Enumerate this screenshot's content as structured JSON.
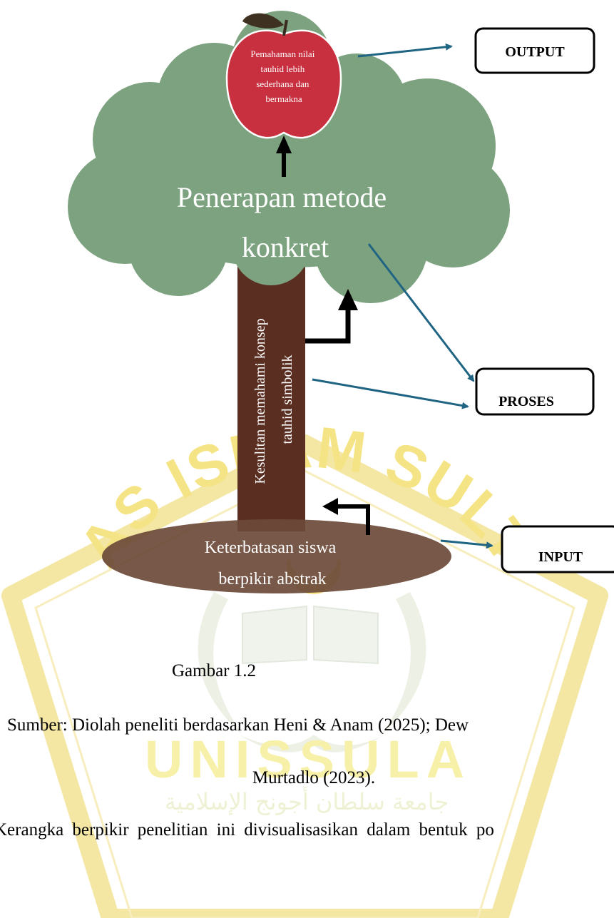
{
  "watermark": {
    "arc_text": "UNIVERSITAS ISLAM SULTAN AGUNG",
    "name": "UNISSULA",
    "arabic": "جامعة سلطان أجونج الإسلامية",
    "colors": {
      "yellow": "#f5e27a",
      "green": "#e9f0d8"
    },
    "icon": "unissula-logo"
  },
  "diagram": {
    "fruit_text": [
      "Pemahaman nilai",
      "tauhid lebih",
      "sederhana dan",
      "bermakna"
    ],
    "canopy_text": [
      "Penerapan metode",
      "konkret"
    ],
    "trunk_text": [
      "Kesulitan memahami konsep",
      "tauhid simbolik"
    ],
    "root_text": [
      "Keterbatasan siswa",
      "berpikir abstrak"
    ],
    "boxes": {
      "output": "OUTPUT",
      "proses": "PROSES",
      "input": "INPUT"
    },
    "colors": {
      "canopy": "#7da27f",
      "fruit": "#c8303f",
      "trunk": "#5b2e22",
      "root": "#6b4a3a",
      "connector": "#1f6483",
      "flow_arrow": "#000000"
    }
  },
  "caption": {
    "title": "Gambar 1.2",
    "source_line1": "Sumber: Diolah peneliti berdasarkan Heni & Anam (2025); Dew",
    "source_line2": "Murtadlo (2023).",
    "body_line": "Kerangka berpikir penelitian ini divisualisasikan dalam bentuk po"
  }
}
